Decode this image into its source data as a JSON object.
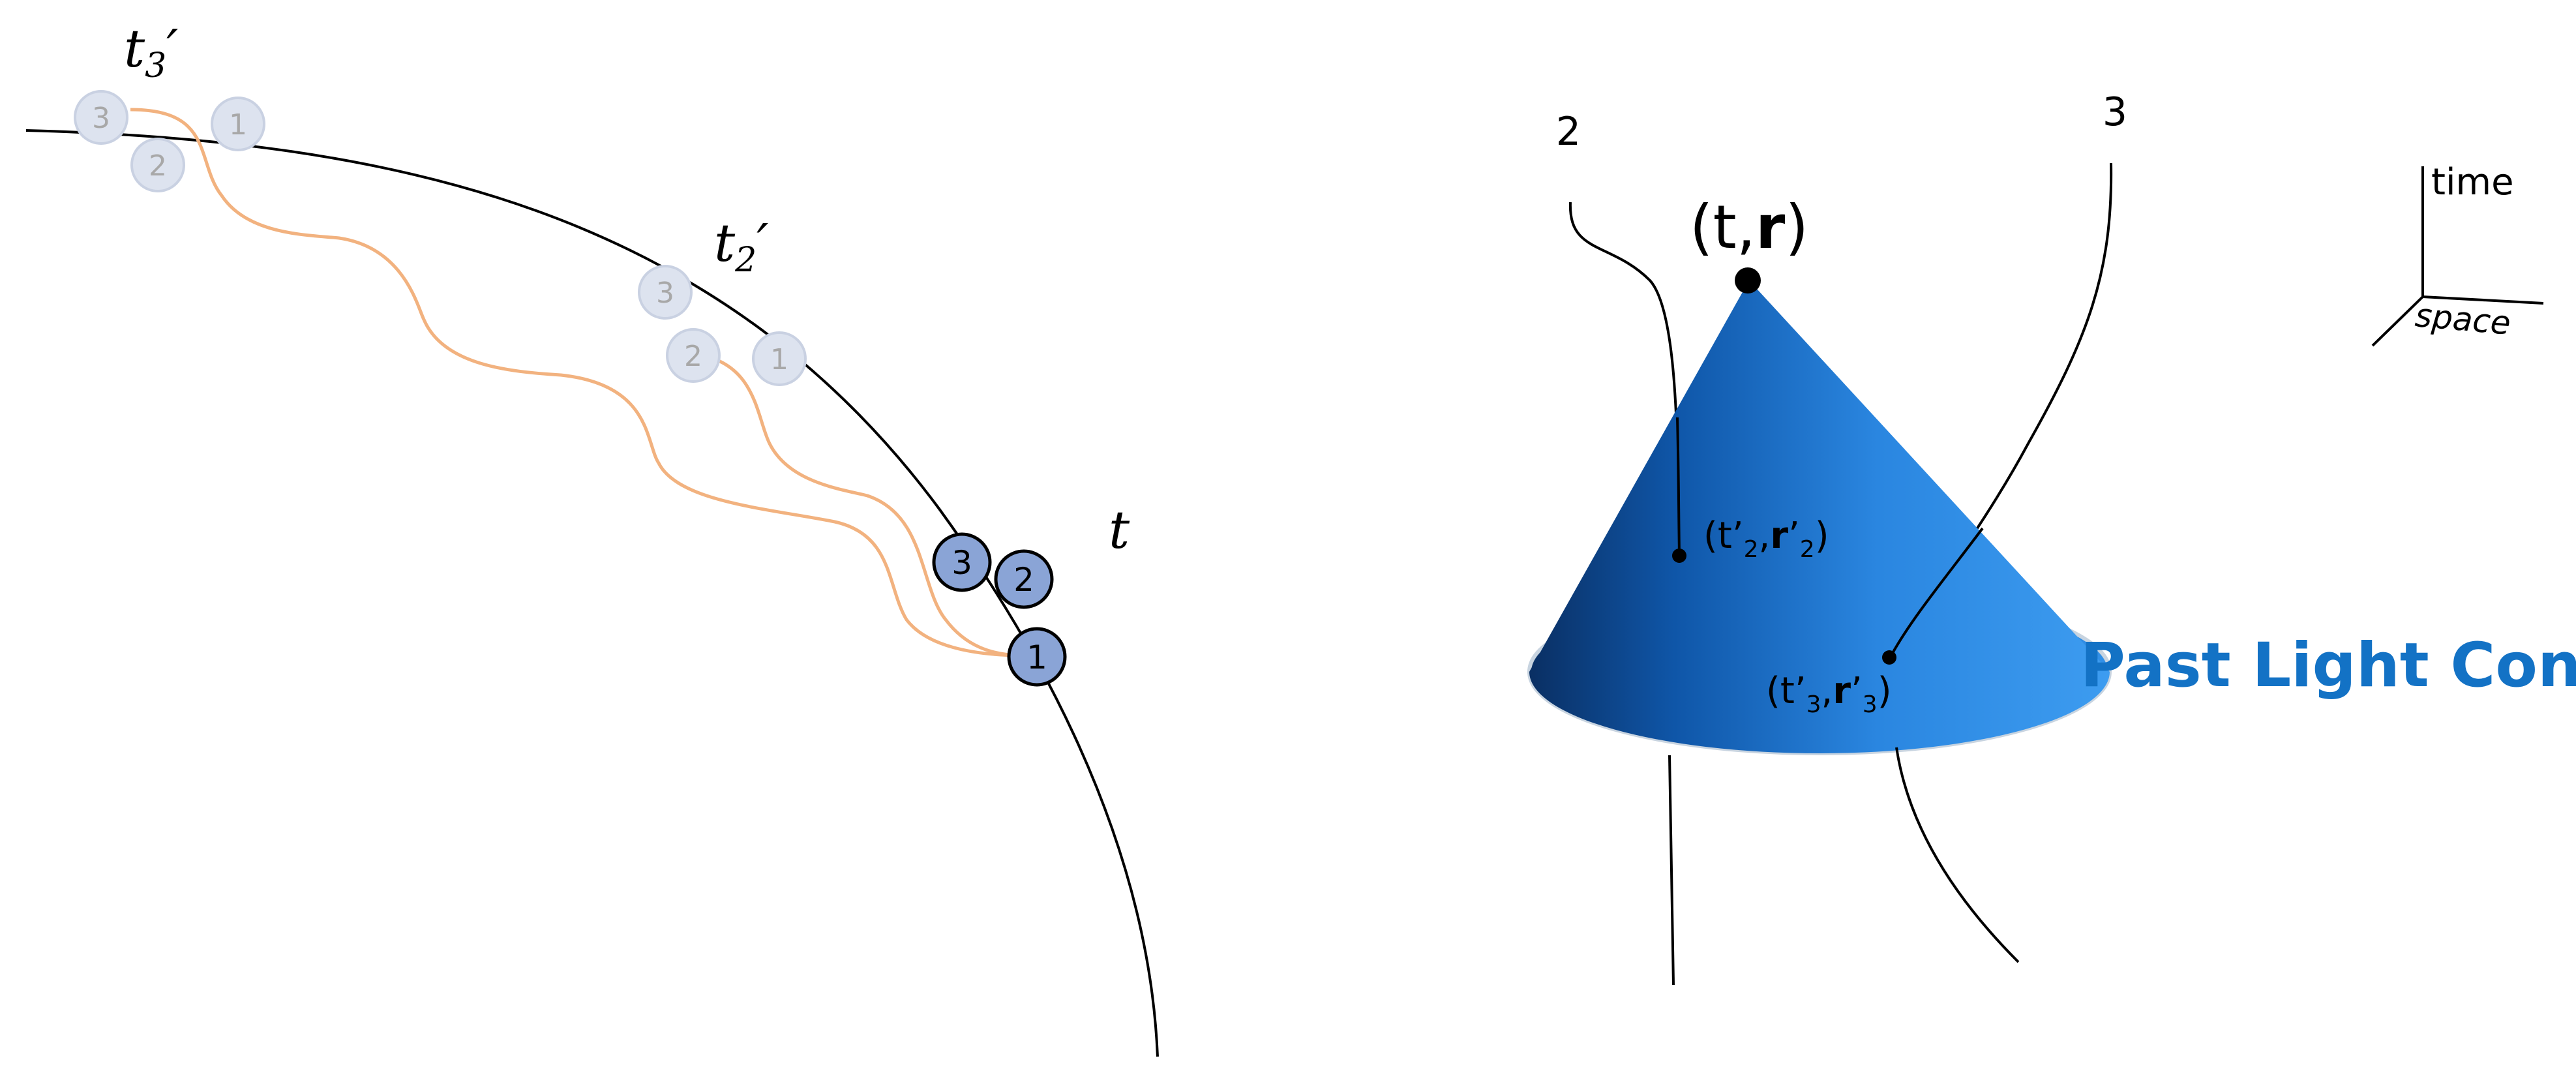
{
  "left_diagram": {
    "time_labels": [
      {
        "id": "t3",
        "base": "t",
        "sub": "3",
        "prime": "′"
      },
      {
        "id": "t2",
        "base": "t",
        "sub": "2",
        "prime": "′"
      },
      {
        "id": "t",
        "base": "t",
        "sub": "",
        "prime": ""
      }
    ],
    "nodes": {
      "t3": [
        "3",
        "2",
        "1"
      ],
      "t2": [
        "3",
        "2",
        "1"
      ],
      "t": [
        "3",
        "2",
        "1"
      ]
    },
    "colors": {
      "worldline": "#000000",
      "signal_path": "#f2b27f",
      "node_active": "#8aa4d6",
      "node_ghost": "#dde3ef"
    }
  },
  "right_diagram": {
    "apex_label": {
      "t": "t",
      "sep": ",",
      "r": "r",
      "open": "(",
      "close": ")"
    },
    "point_2_label": {
      "open": "(t",
      "sub1": "2",
      "mid": ",",
      "r": "r",
      "sub2": "2",
      "close": ")",
      "prime": "’"
    },
    "point_3_label": {
      "open": "(t",
      "sub1": "3",
      "mid": ",",
      "r": "r",
      "sub2": "3",
      "close": ")",
      "prime": "’"
    },
    "worldline_labels": [
      "2",
      "3"
    ],
    "cone_title": "Past Light Cone",
    "axes": {
      "time": "time",
      "space": "space"
    },
    "colors": {
      "cone_light": "#3b95ea",
      "cone_dark": "#0a3b78",
      "title": "#1372c5"
    }
  }
}
